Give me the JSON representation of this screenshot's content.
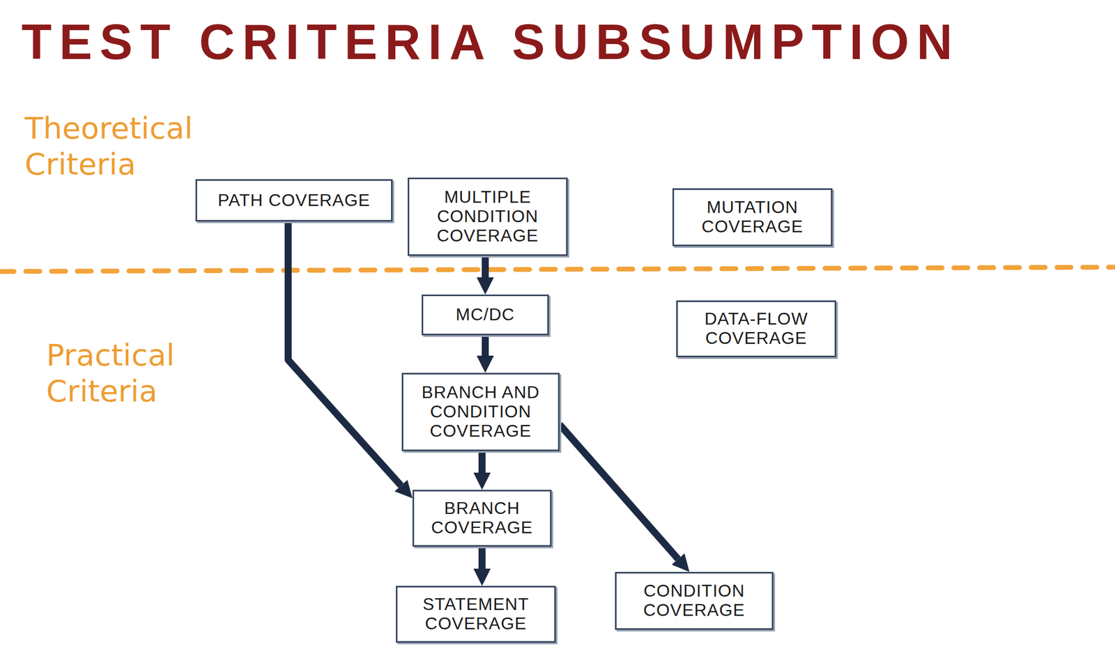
{
  "diagram": {
    "title": "TEST CRITERIA SUBSUMPTION",
    "nodes": [
      {
        "text": [
          "PATH COVERAGE"
        ]
      },
      {
        "text": [
          "MULTIPLE CONDITION COVERAGE"
        ]
      },
      {
        "text": [
          "MUTATION COVERAGE"
        ]
      },
      {
        "text": [
          "MC/DC"
        ]
      },
      {
        "text": [
          "DATA-FLOW COVERAGE"
        ]
      },
      {
        "text": [
          "BRANCH AND CONDITION COVERAGE"
        ]
      },
      {
        "text": [
          "BRANCH COVERAGE"
        ]
      },
      {
        "text": [
          "STATEMENT COVERAGE"
        ]
      },
      {
        "text": [
          "CONDITION COVERAGE"
        ]
      }
    ],
    "edges": [
      {
        "from": 0,
        "to": 6,
        "arrow": "to"
      },
      {
        "from": 1,
        "to": 3,
        "arrow": "to"
      },
      {
        "from": 3,
        "to": 5,
        "arrow": "to"
      },
      {
        "from": 5,
        "to": 6,
        "arrow": "to"
      },
      {
        "from": 5,
        "to": 8,
        "arrow": "to"
      },
      {
        "from": 6,
        "to": 7,
        "arrow": "to"
      }
    ],
    "labels": [
      "Theoretical Criteria",
      "Practical Criteria"
    ]
  }
}
